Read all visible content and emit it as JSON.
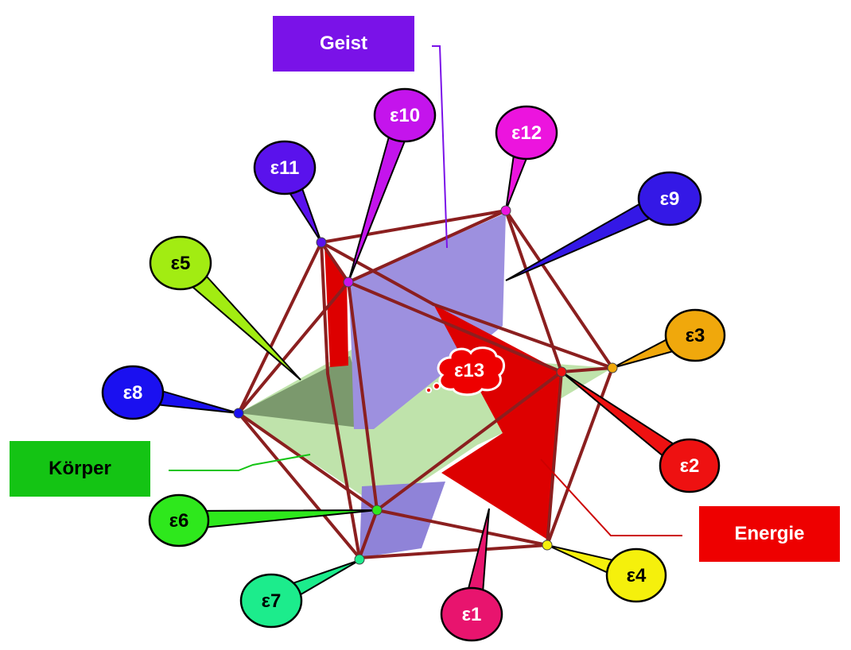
{
  "labels": {
    "geist": "Geist",
    "koerper": "Körper",
    "energie": "Energie"
  },
  "colors": {
    "geist": "#7a12e8",
    "koerper": "#14c414",
    "energie": "#ee0000",
    "edge": "#8a1c1c",
    "plane_geist": "#9b8ee0",
    "plane_koerper": "#b9dfa6",
    "plane_energie": "#dd0000"
  },
  "points": [
    {
      "id": "e1",
      "label": "ε1",
      "color": "#e8146e"
    },
    {
      "id": "e2",
      "label": "ε2",
      "color": "#ee1111"
    },
    {
      "id": "e3",
      "label": "ε3",
      "color": "#f0a80c"
    },
    {
      "id": "e4",
      "label": "ε4",
      "color": "#f5f00c"
    },
    {
      "id": "e5",
      "label": "ε5",
      "color": "#a2ec12"
    },
    {
      "id": "e6",
      "label": "ε6",
      "color": "#2ee81c"
    },
    {
      "id": "e7",
      "label": "ε7",
      "color": "#1cec8c"
    },
    {
      "id": "e8",
      "label": "ε8",
      "color": "#1a10f0"
    },
    {
      "id": "e9",
      "label": "ε9",
      "color": "#3418e6"
    },
    {
      "id": "e10",
      "label": "ε10",
      "color": "#c414ec"
    },
    {
      "id": "e11",
      "label": "ε11",
      "color": "#5a12ec"
    },
    {
      "id": "e12",
      "label": "ε12",
      "color": "#ec14de"
    }
  ],
  "center": {
    "id": "e13",
    "label": "ε13"
  }
}
